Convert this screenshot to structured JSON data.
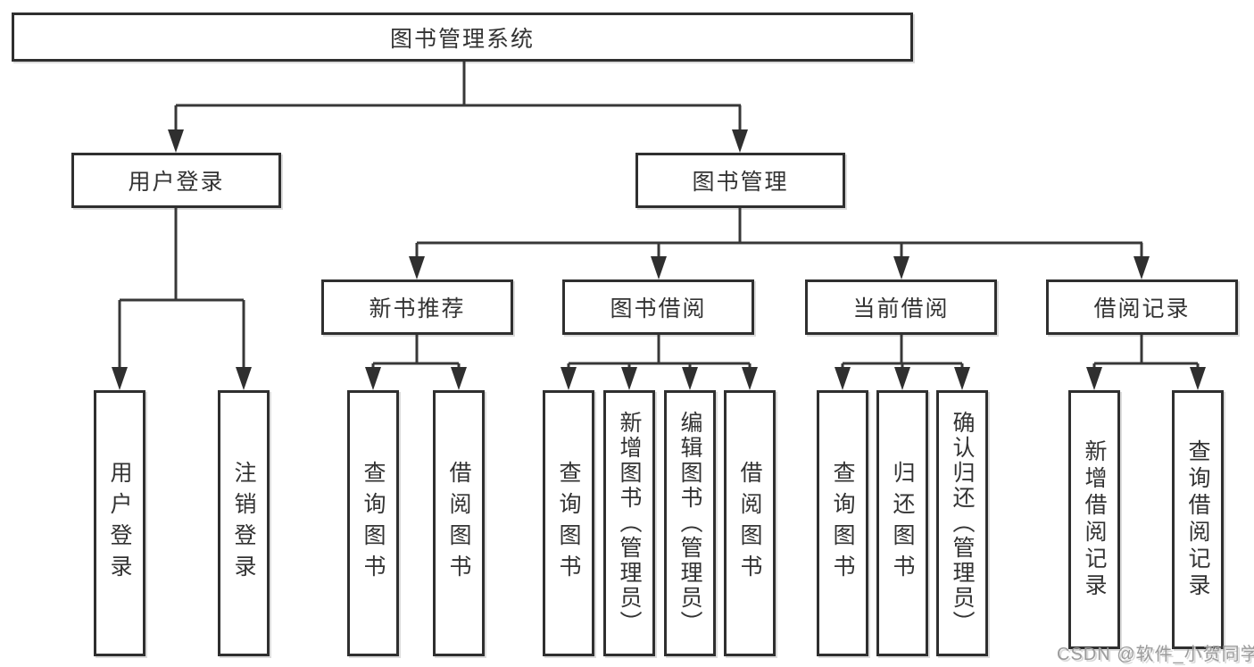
{
  "diagram": {
    "root": {
      "label": "图书管理系统"
    },
    "branches": [
      {
        "label": "用户登录",
        "children": [
          {
            "label": "用户登录"
          },
          {
            "label": "注销登录"
          }
        ]
      },
      {
        "label": "图书管理",
        "groups": [
          {
            "label": "新书推荐",
            "children": [
              {
                "label": "查询图书"
              },
              {
                "label": "借阅图书"
              }
            ]
          },
          {
            "label": "图书借阅",
            "children": [
              {
                "label": "查询图书"
              },
              {
                "label": "新增图书（管理员）"
              },
              {
                "label": "编辑图书（管理员）"
              },
              {
                "label": "借阅图书"
              }
            ]
          },
          {
            "label": "当前借阅",
            "children": [
              {
                "label": "查询图书"
              },
              {
                "label": "归还图书"
              },
              {
                "label": "确认归还（管理员）"
              }
            ]
          },
          {
            "label": "借阅记录",
            "children": [
              {
                "label": "新增借阅记录"
              },
              {
                "label": "查询借阅记录"
              }
            ]
          }
        ]
      }
    ]
  },
  "watermark": {
    "text": "CSDN @软件_小贺同学"
  },
  "colors": {
    "background": "#ffffff",
    "box_border": "#2f2f2f",
    "connector_line": "#383838",
    "arrow_fill": "#2f2f2f",
    "text": "#333333",
    "watermark_text": "#9b9b9b"
  }
}
